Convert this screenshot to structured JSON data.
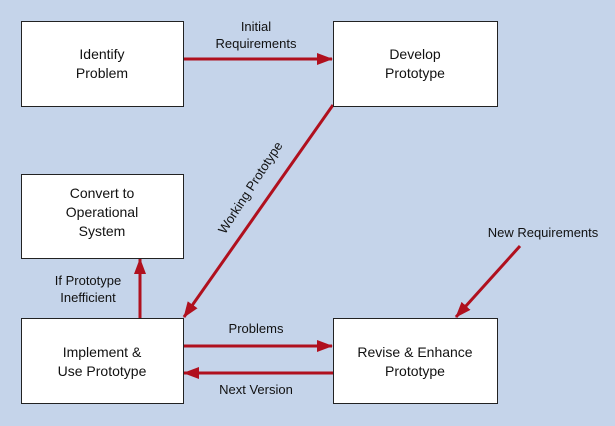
{
  "boxes": {
    "identify": [
      "Identify",
      "Problem"
    ],
    "develop": [
      "Develop",
      "Prototype"
    ],
    "convert": [
      "Convert to",
      "Operational",
      "System"
    ],
    "implement": [
      "Implement &",
      "Use Prototype"
    ],
    "revise": [
      "Revise & Enhance",
      "Prototype"
    ]
  },
  "arrows": {
    "initial": [
      "Initial",
      "Requirements"
    ],
    "working": "Working Prototype",
    "inefficient": [
      "If Prototype",
      "Inefficient"
    ],
    "problems": "Problems",
    "next": "Next Version",
    "new_req": "New Requirements"
  },
  "colors": {
    "background": "#c5d4ea",
    "arrow": "#b0101e"
  }
}
